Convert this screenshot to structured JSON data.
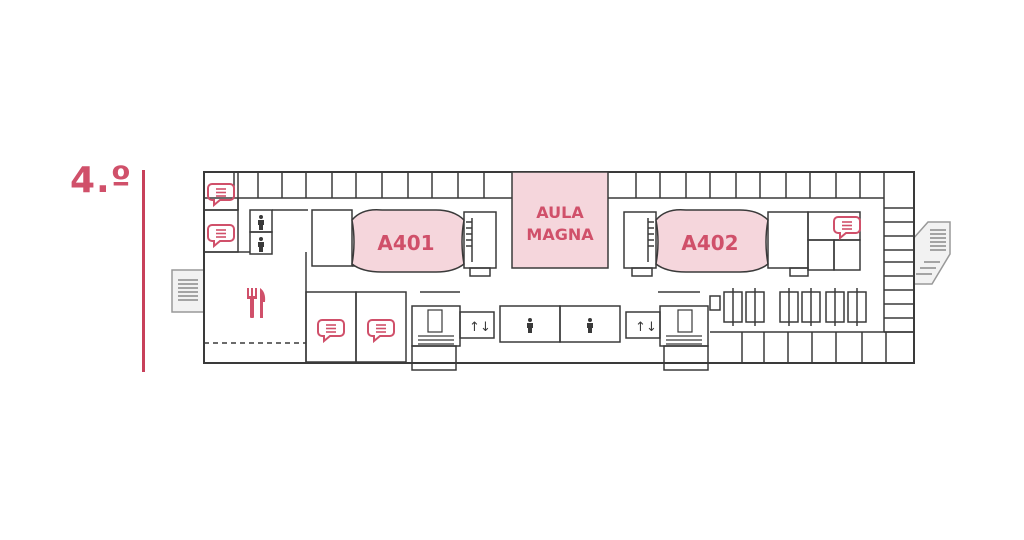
{
  "floor": {
    "label": "4.º"
  },
  "rooms": {
    "a401": "A401",
    "a402": "A402",
    "aula_magna_line1": "AULA",
    "aula_magna_line2": "MAGNA"
  },
  "colors": {
    "accent": "#d0506a",
    "room_fill": "#f5d6dc",
    "wall": "#3a3a3a"
  },
  "icons": [
    "speech-bubble-icon",
    "restroom-male-icon",
    "restroom-female-icon",
    "cutlery-icon",
    "elevator-icon",
    "stairs-icon"
  ]
}
